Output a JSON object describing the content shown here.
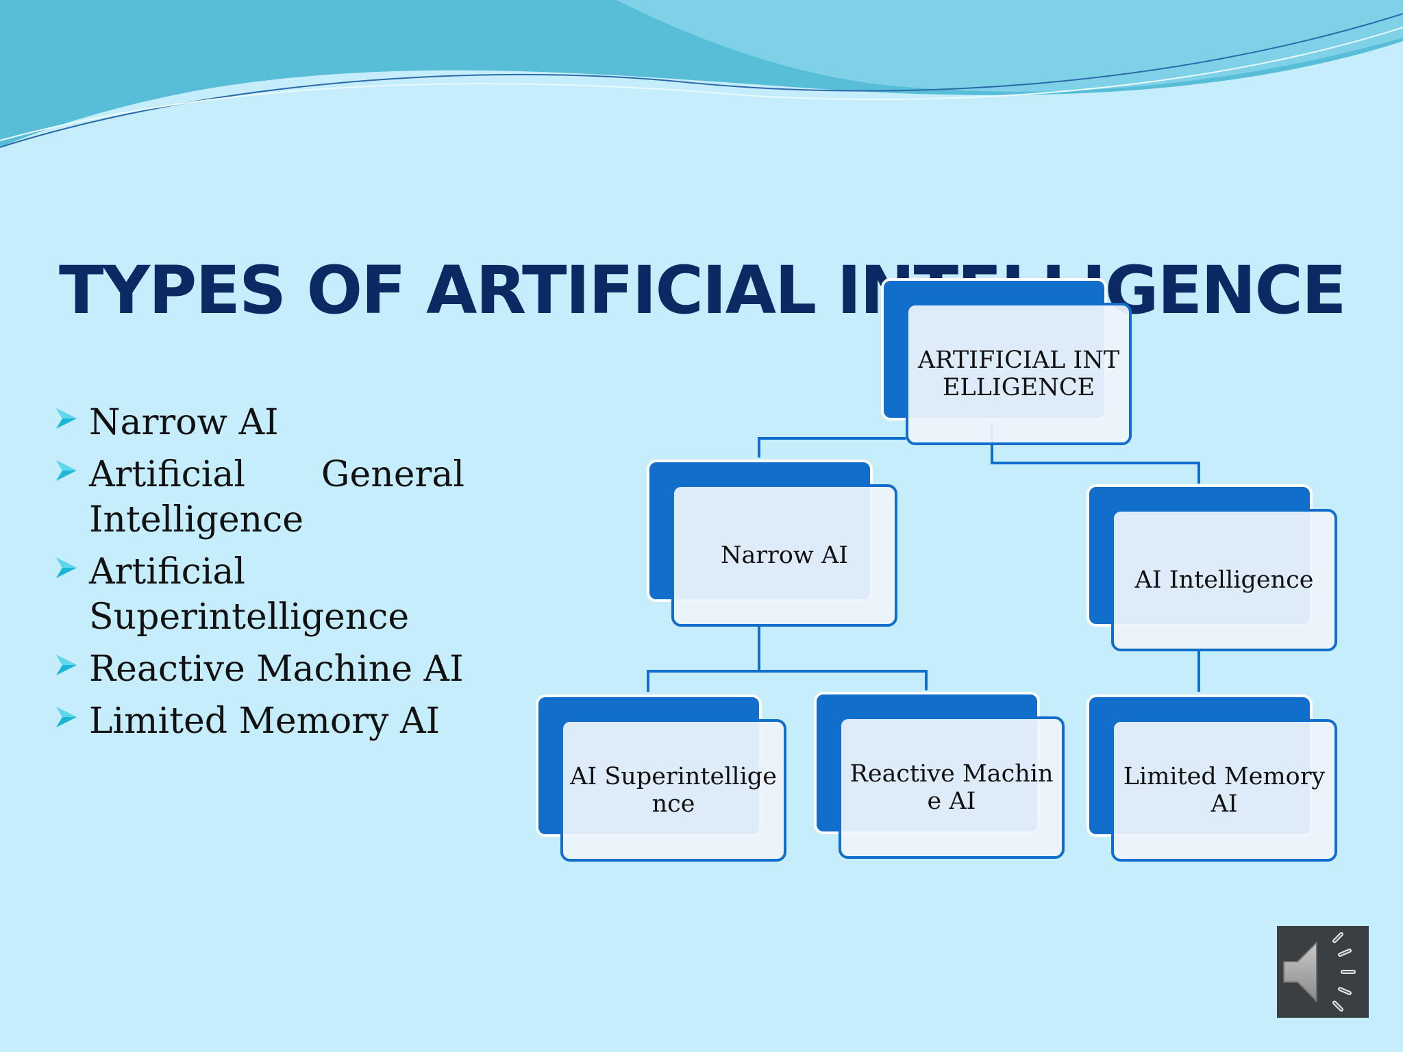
{
  "slide": {
    "title": "TYPES OF ARTIFICIAL INTELLIGENCE",
    "bullets": [
      "Narrow AI",
      "Artificial General Intelligence",
      "Artificial Superintelligence",
      "Reactive Machine AI",
      "Limited Memory AI"
    ]
  },
  "org_chart": {
    "root": "ARTIFICIAL INTELLIGENCE",
    "level1": [
      "Narrow AI",
      "AI Intelligence"
    ],
    "level2": [
      "AI Superintelligence",
      "Reactive Machine AI",
      "Limited Memory AI"
    ]
  },
  "audio": {
    "icon": "speaker-icon"
  },
  "colors": {
    "background": "#c6edfb",
    "title": "#0b2a63",
    "node_blue": "#126ecb",
    "bullet_arrow": "#1bb6d6"
  }
}
